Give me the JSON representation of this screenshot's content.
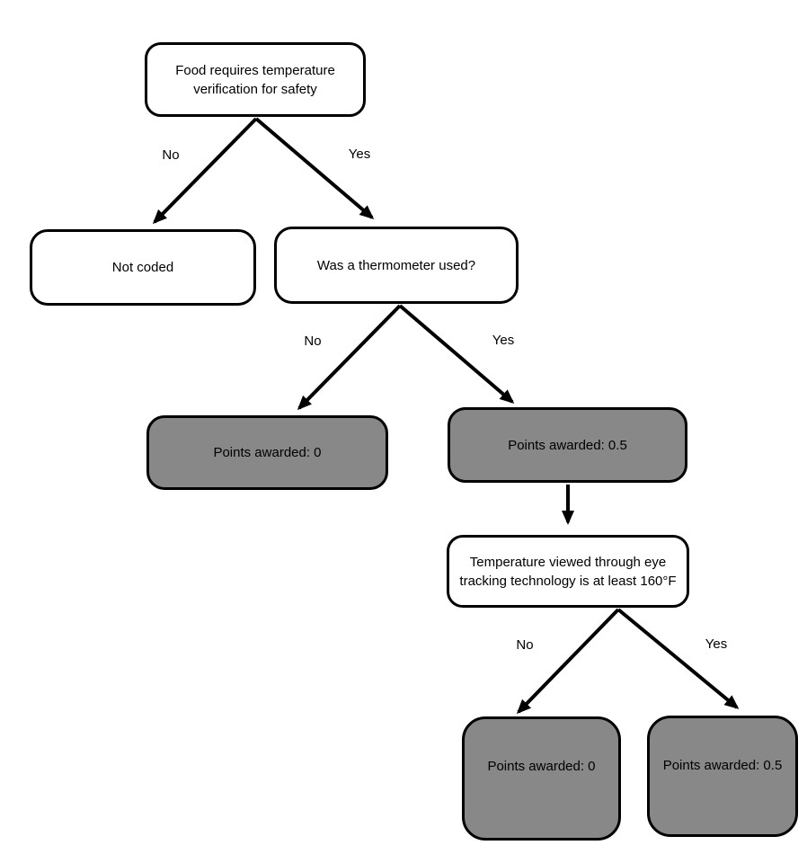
{
  "diagram": {
    "type": "decision-tree",
    "background": "#ffffff",
    "colors": {
      "decision_fill": "#ffffff",
      "outcome_fill": "#888888",
      "stroke": "#000000",
      "text": "#000000"
    },
    "nodes": {
      "root": {
        "label": "Food requires temperature verification for safety",
        "kind": "decision"
      },
      "not_coded": {
        "label": "Not coded",
        "kind": "decision"
      },
      "thermometer": {
        "label": "Was a thermometer used?",
        "kind": "decision"
      },
      "points_zero_mid": {
        "label": "Points awarded: 0",
        "kind": "outcome"
      },
      "points_half_mid": {
        "label": "Points awarded: 0.5",
        "kind": "outcome"
      },
      "temp_160": {
        "label": "Temperature viewed through eye tracking technology is at least 160°F",
        "kind": "decision"
      },
      "points_zero_bottom": {
        "label": "Points awarded: 0",
        "kind": "outcome"
      },
      "points_half_bottom": {
        "label": "Points awarded: 0.5",
        "kind": "outcome"
      }
    },
    "edge_labels": {
      "root_no": "No",
      "root_yes": "Yes",
      "thermometer_no": "No",
      "thermometer_yes": "Yes",
      "temp_160_no": "No",
      "temp_160_yes": "Yes"
    }
  }
}
